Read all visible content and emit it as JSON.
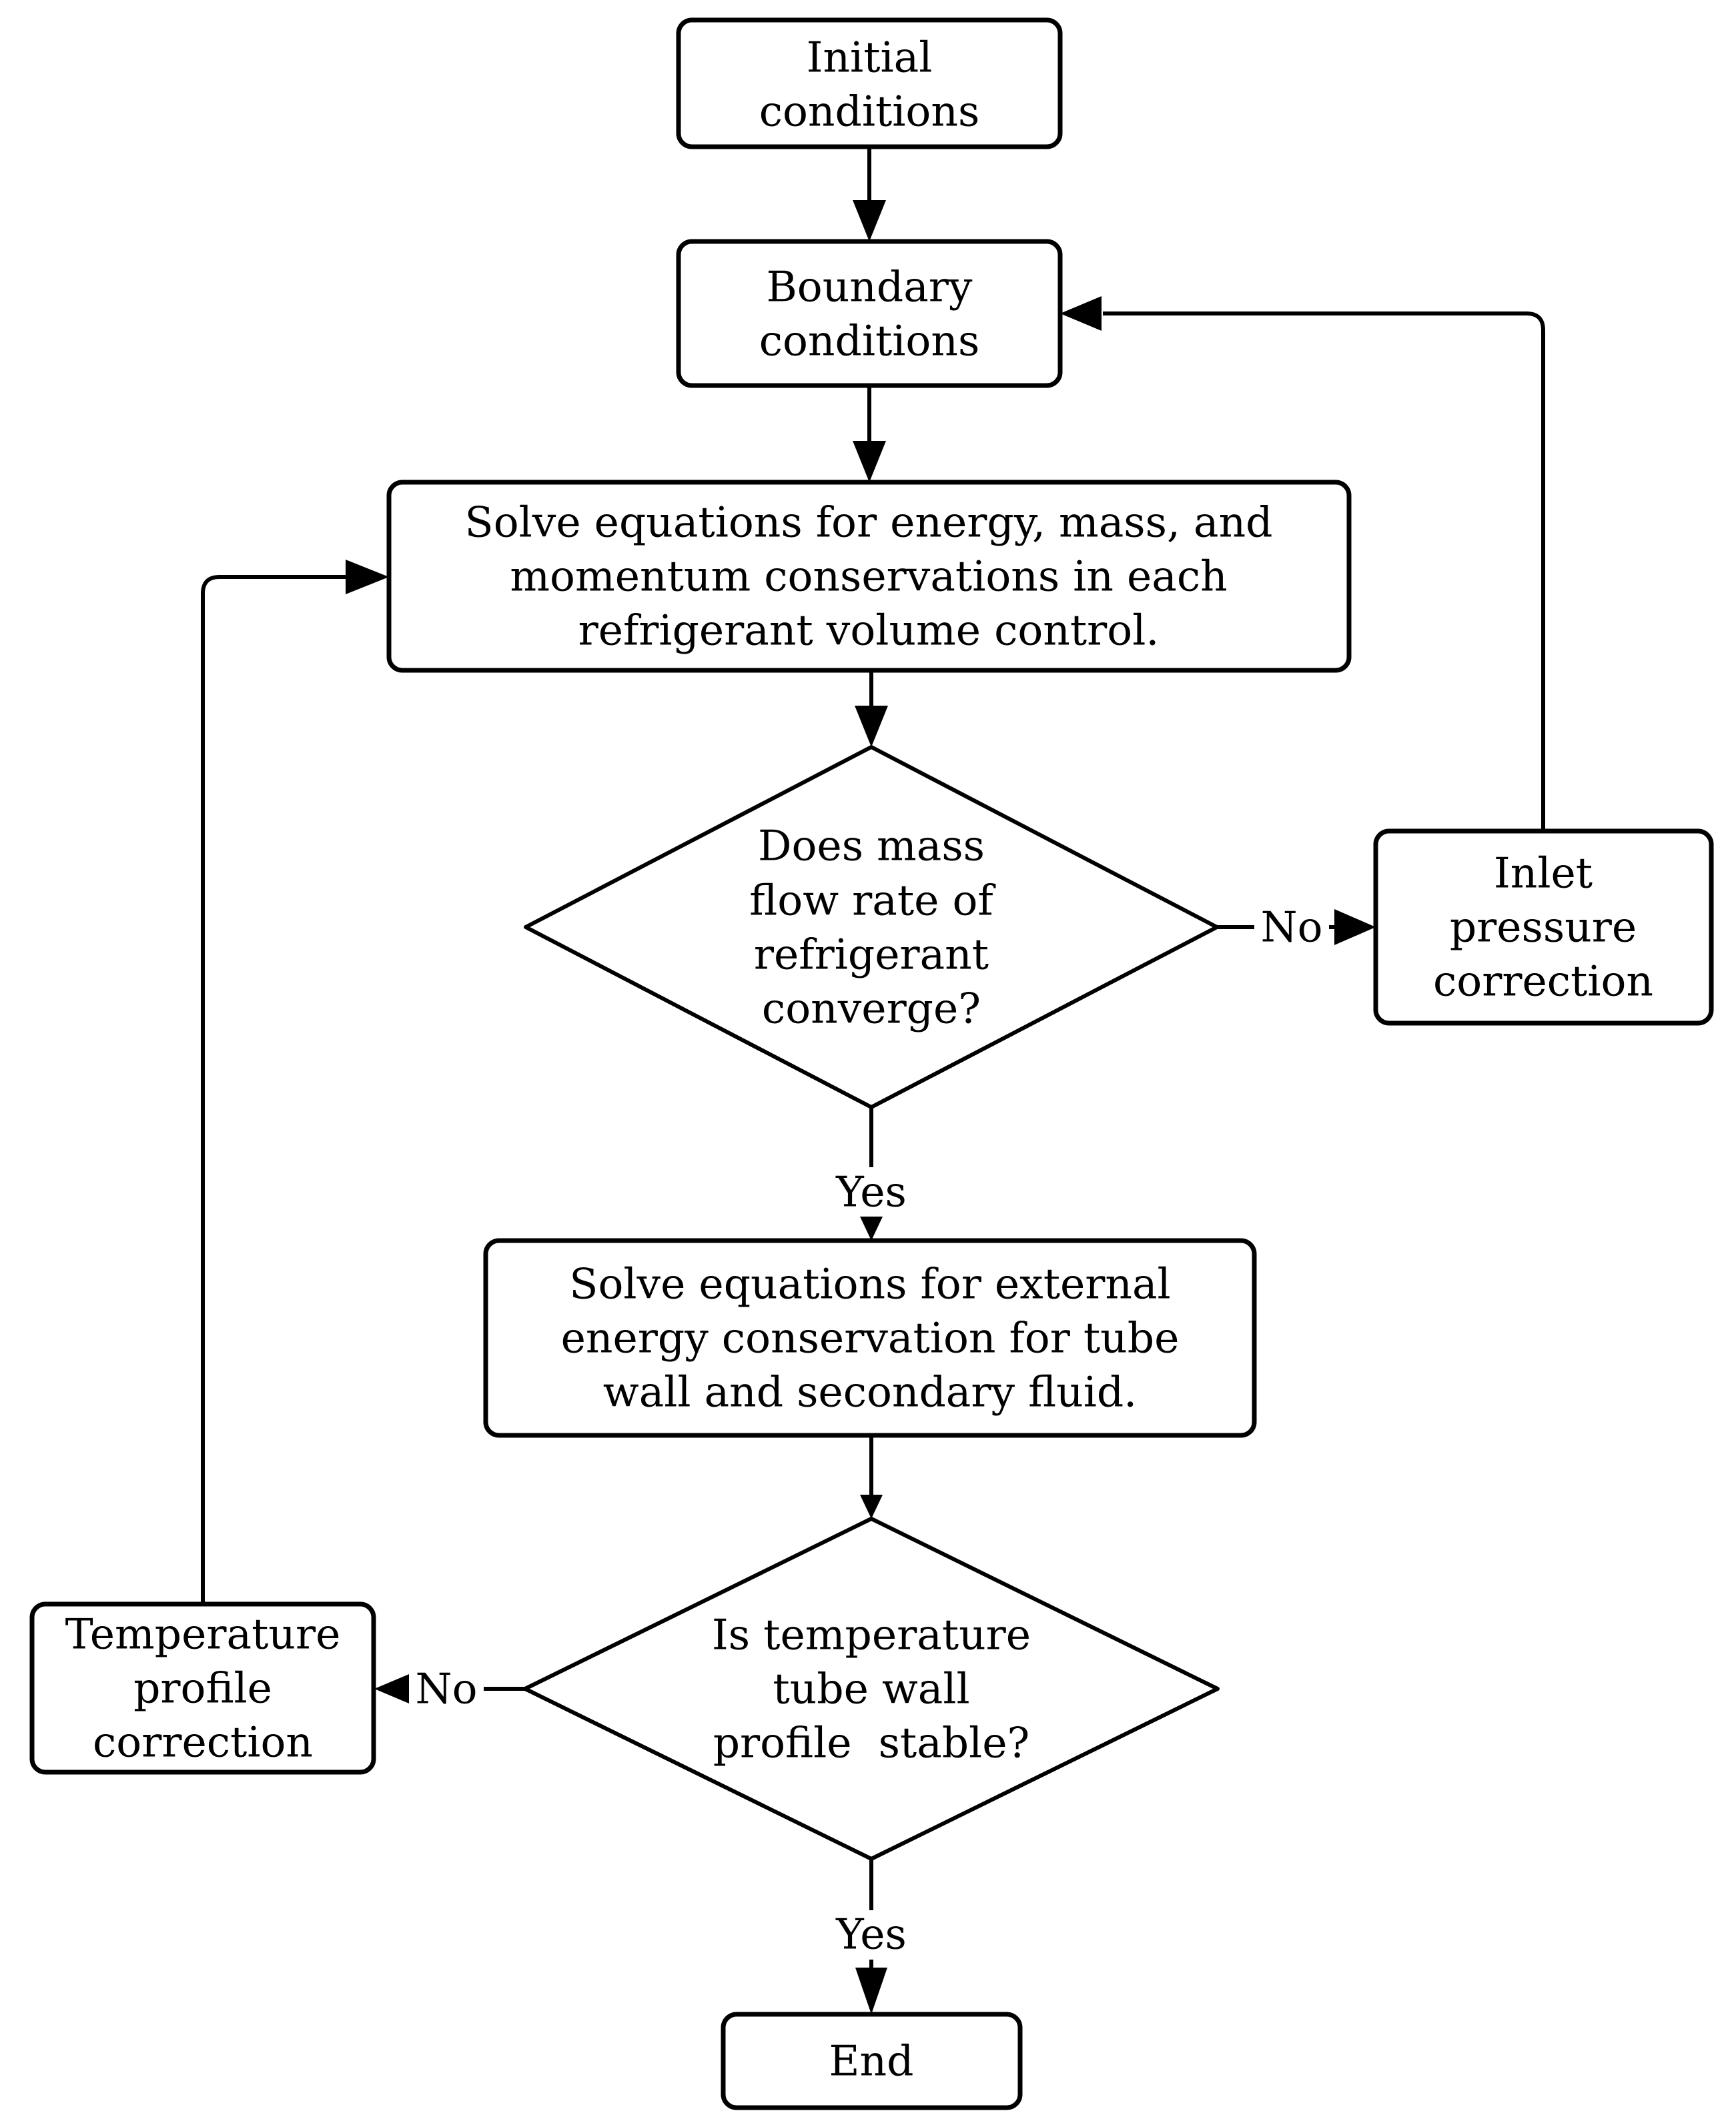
{
  "diagram": {
    "background_color": "#ffffff",
    "stroke_color": "#000000",
    "text_color": "#000000",
    "nodes": {
      "initial": {
        "shape": "rounded-rect",
        "lines": [
          "Initial",
          "conditions"
        ]
      },
      "boundary": {
        "shape": "rounded-rect",
        "lines": [
          "Boundary",
          "conditions"
        ]
      },
      "solve_refrigerant": {
        "shape": "rounded-rect",
        "lines": [
          "Solve equations for energy, mass, and",
          "momentum conservations in each",
          "refrigerant volume control."
        ]
      },
      "mass_flow_decision": {
        "shape": "diamond",
        "lines": [
          "Does mass",
          "flow rate of",
          "refrigerant",
          "converge?"
        ]
      },
      "inlet_pressure_correction": {
        "shape": "rounded-rect",
        "lines": [
          "Inlet",
          "pressure",
          "correction"
        ]
      },
      "solve_external": {
        "shape": "rounded-rect",
        "lines": [
          "Solve equations for external",
          "energy conservation for tube",
          "wall and secondary fluid."
        ]
      },
      "temp_profile_decision": {
        "shape": "diamond",
        "lines": [
          "Is temperature",
          "tube wall",
          "profile  stable?"
        ]
      },
      "temperature_profile_correction": {
        "shape": "rounded-rect",
        "lines": [
          "Temperature",
          "profile",
          "correction"
        ]
      },
      "end": {
        "shape": "rounded-rect",
        "lines": [
          "End"
        ]
      }
    },
    "edge_labels": {
      "no_converge": "No",
      "yes_converge": "Yes",
      "no_stable": "No",
      "yes_stable": "Yes"
    }
  }
}
